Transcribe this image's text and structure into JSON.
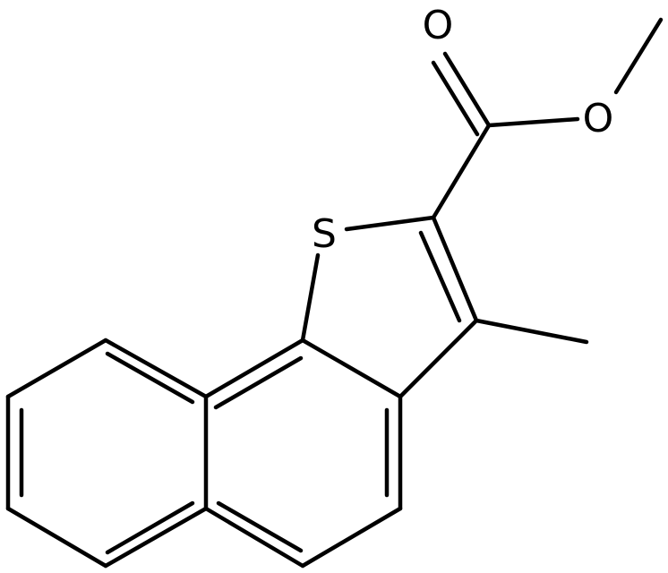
{
  "molecule": {
    "atoms": {
      "sulfur": "S",
      "carbonyl_oxygen": "O",
      "ester_oxygen": "O"
    },
    "colors": {
      "bond": "#000000",
      "label": "#000000",
      "background": "#ffffff"
    }
  }
}
